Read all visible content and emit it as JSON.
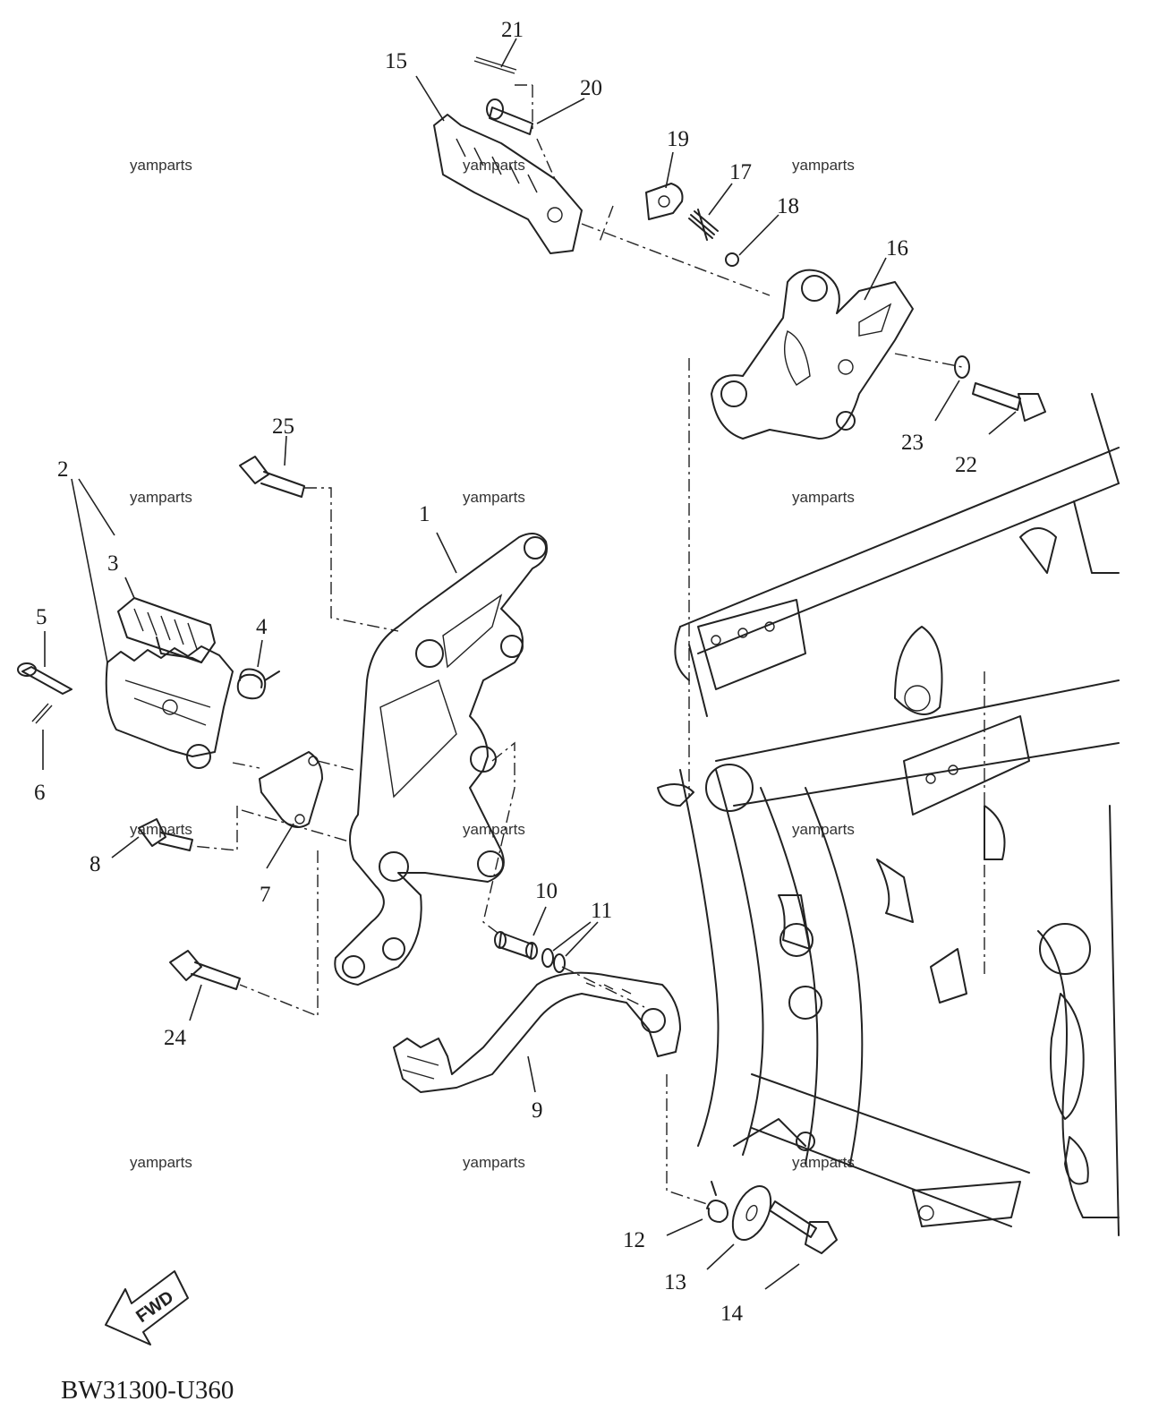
{
  "diagram_code": "BW31300-U360",
  "fwd_label": "FWD",
  "watermark": "yamparts",
  "part_numbers": [
    "1",
    "2",
    "3",
    "4",
    "5",
    "6",
    "7",
    "8",
    "9",
    "10",
    "11",
    "12",
    "13",
    "14",
    "15",
    "16",
    "17",
    "18",
    "19",
    "20",
    "21",
    "22",
    "23",
    "24",
    "25"
  ]
}
